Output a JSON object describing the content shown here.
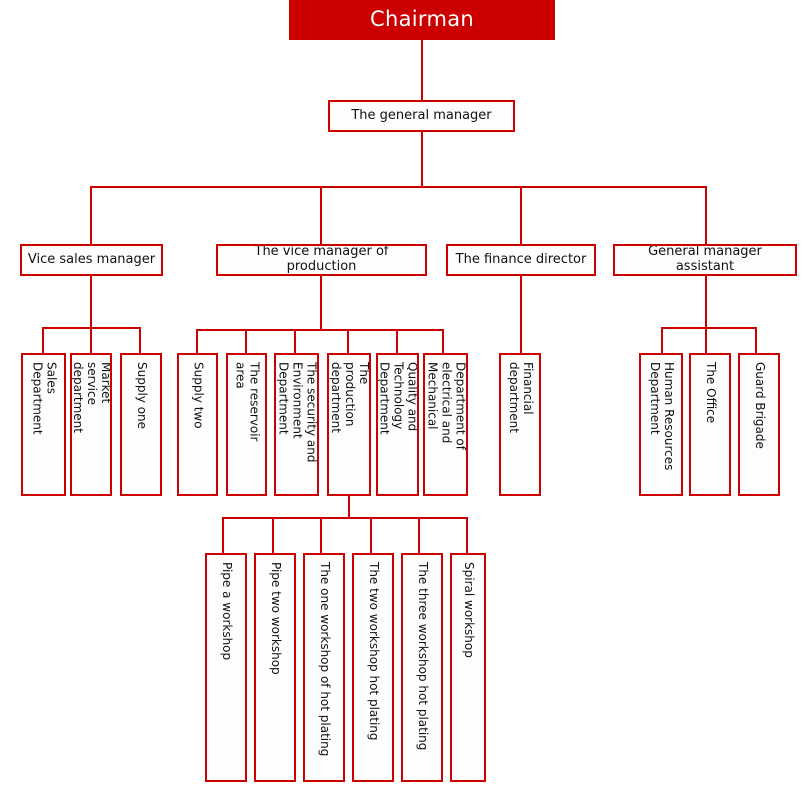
{
  "chart_data": {
    "type": "diagram",
    "title": "Company Organization Chart",
    "orientation": "top-down",
    "accent_color": "#cc0000",
    "root_fill": "#cc0000",
    "root_text_color": "#ffffff",
    "box_text_color": "#111111",
    "levels": 5
  },
  "nodes": {
    "chairman": {
      "label": "Chairman"
    },
    "general_manager": {
      "label": "The general manager"
    },
    "vice_sales_manager": {
      "label": "Vice sales manager"
    },
    "vice_manager_production": {
      "label": "The vice manager of production"
    },
    "finance_director": {
      "label": "The finance director"
    },
    "general_manager_assistant": {
      "label": "General manager assistant"
    },
    "sales_department": {
      "label": "Sales\nDepartment"
    },
    "market_service_department": {
      "label": "Market\nservice\ndepartment"
    },
    "supply_one": {
      "label": "Supply one"
    },
    "supply_two": {
      "label": "Supply two"
    },
    "reservoir_area": {
      "label": "The reservoir\narea"
    },
    "security_environment_department": {
      "label": "The security and\nEnvironment\nDepartment"
    },
    "production_department": {
      "label": "The\nproduction\ndepartment"
    },
    "quality_technology_department": {
      "label": "Quality and\nTechnology\nDepartment"
    },
    "electrical_mechanical_department": {
      "label": "Department of\nelectrical and\nMechanical"
    },
    "financial_department": {
      "label": "Financial\ndepartment"
    },
    "human_resources_department": {
      "label": "Human Resources\nDepartment"
    },
    "the_office": {
      "label": "The Office"
    },
    "guard_brigade": {
      "label": "Guard Brigade"
    },
    "pipe_a_workshop": {
      "label": "Pipe a workshop"
    },
    "pipe_two_workshop": {
      "label": "Pipe two workshop"
    },
    "one_workshop_hot_plating": {
      "label": "The one workshop of hot plating"
    },
    "two_workshop_hot_plating": {
      "label": "The two workshop hot plating"
    },
    "three_workshop_hot_plating": {
      "label": "The three workshop hot plating"
    },
    "spiral_workshop": {
      "label": "Spiral workshop"
    }
  }
}
